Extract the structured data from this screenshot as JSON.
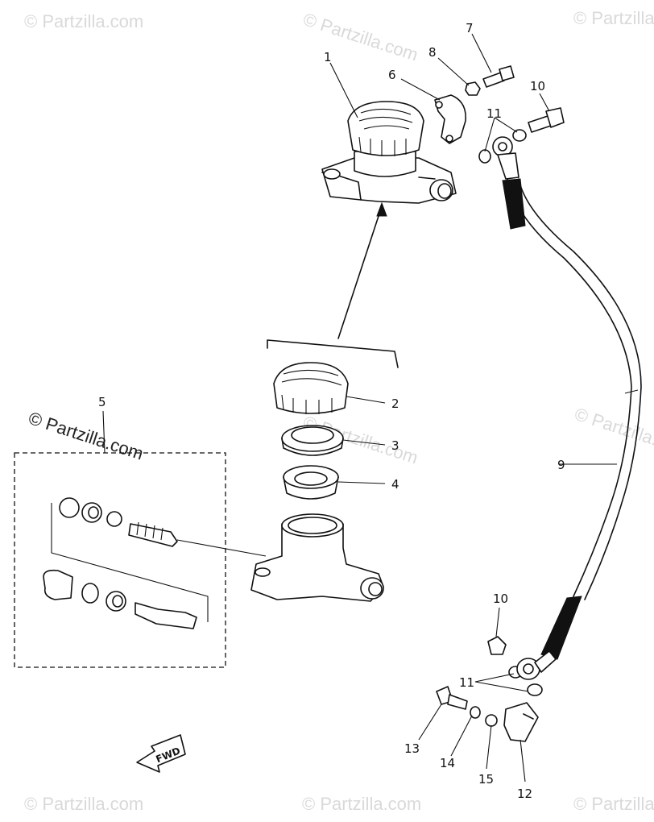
{
  "watermark": {
    "brand": "© Partzilla.com"
  },
  "callouts": {
    "c1": "1",
    "c2": "2",
    "c3": "3",
    "c4": "4",
    "c5": "5",
    "c6": "6",
    "c7": "7",
    "c8": "8",
    "c9": "9",
    "c10a": "10",
    "c10b": "10",
    "c11a": "11",
    "c11b": "11",
    "c12": "12",
    "c13": "13",
    "c14": "14",
    "c15": "15"
  },
  "fwd_label": "FWD",
  "colors": {
    "ink": "#111111",
    "watermark": "#d9d9d9",
    "background": "#ffffff"
  }
}
